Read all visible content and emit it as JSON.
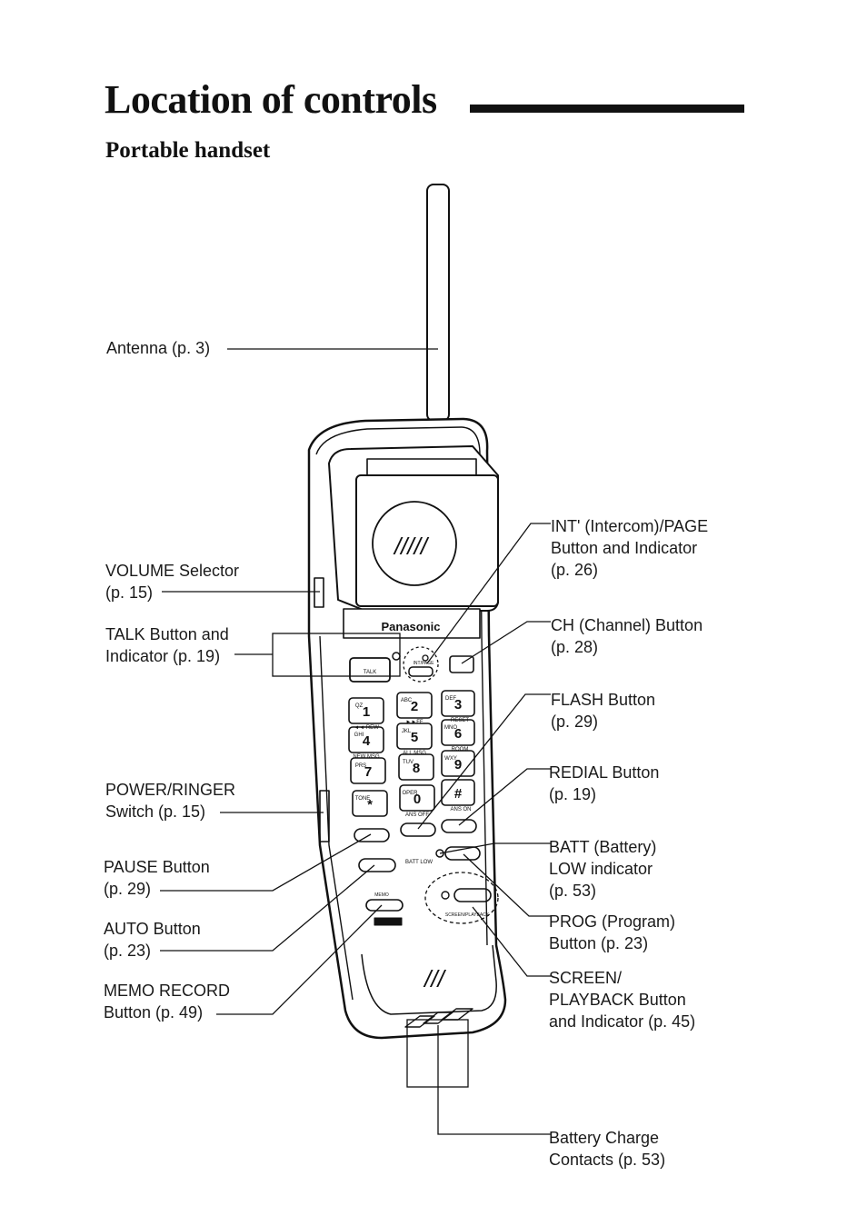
{
  "page": {
    "title": "Location of controls",
    "subtitle": "Portable handset"
  },
  "labels": {
    "antenna": "Antenna (p. 3)",
    "volume": "VOLUME Selector\n(p. 15)",
    "talk": "TALK Button and\nIndicator (p. 19)",
    "power": "POWER/RINGER\nSwitch (p. 15)",
    "pause": "PAUSE Button\n(p. 29)",
    "auto": "AUTO Button\n(p. 23)",
    "memo": "MEMO RECORD\nButton (p. 49)",
    "intercom": "INT' (Intercom)/PAGE\nButton and Indicator\n(p. 26)",
    "channel": "CH (Channel) Button\n(p. 28)",
    "flash": "FLASH Button\n(p. 29)",
    "redial": "REDIAL Button\n(p. 19)",
    "batt": "BATT (Battery)\nLOW indicator\n(p. 53)",
    "prog": "PROG (Program)\nButton (p. 23)",
    "screen": "SCREEN/\nPLAYBACK Button\nand Indicator (p. 45)",
    "contacts": "Battery Charge\nContacts (p. 53)"
  },
  "handset": {
    "brand": "Panasonic",
    "speaker_marks": "/////",
    "mic_marks": "///",
    "talk_key": "TALK",
    "int_key": "INT/PAGE",
    "batt_low": "BATT LOW",
    "memo": "MEMO",
    "screen_playback": "SCREEN/PLAYBACK",
    "keys": [
      {
        "main": "1",
        "sub": "QZ",
        "under": "◄◄ REW"
      },
      {
        "main": "2",
        "sub": "ABC",
        "under": "►►FF"
      },
      {
        "main": "3",
        "sub": "DEF",
        "under": "RESET"
      },
      {
        "main": "4",
        "sub": "GHI",
        "under": "NEW MSG"
      },
      {
        "main": "5",
        "sub": "JKL",
        "under": "ALL MSG"
      },
      {
        "main": "6",
        "sub": "MNO",
        "under": "ROOM"
      },
      {
        "main": "7",
        "sub": "PRS",
        "under": ""
      },
      {
        "main": "8",
        "sub": "TUV",
        "under": ""
      },
      {
        "main": "9",
        "sub": "WXY",
        "under": ""
      },
      {
        "main": "*",
        "sub": "TONE",
        "under": ""
      },
      {
        "main": "0",
        "sub": "OPER",
        "under": "ANS OFF"
      },
      {
        "main": "#",
        "sub": "",
        "under": "ANS ON"
      }
    ]
  }
}
